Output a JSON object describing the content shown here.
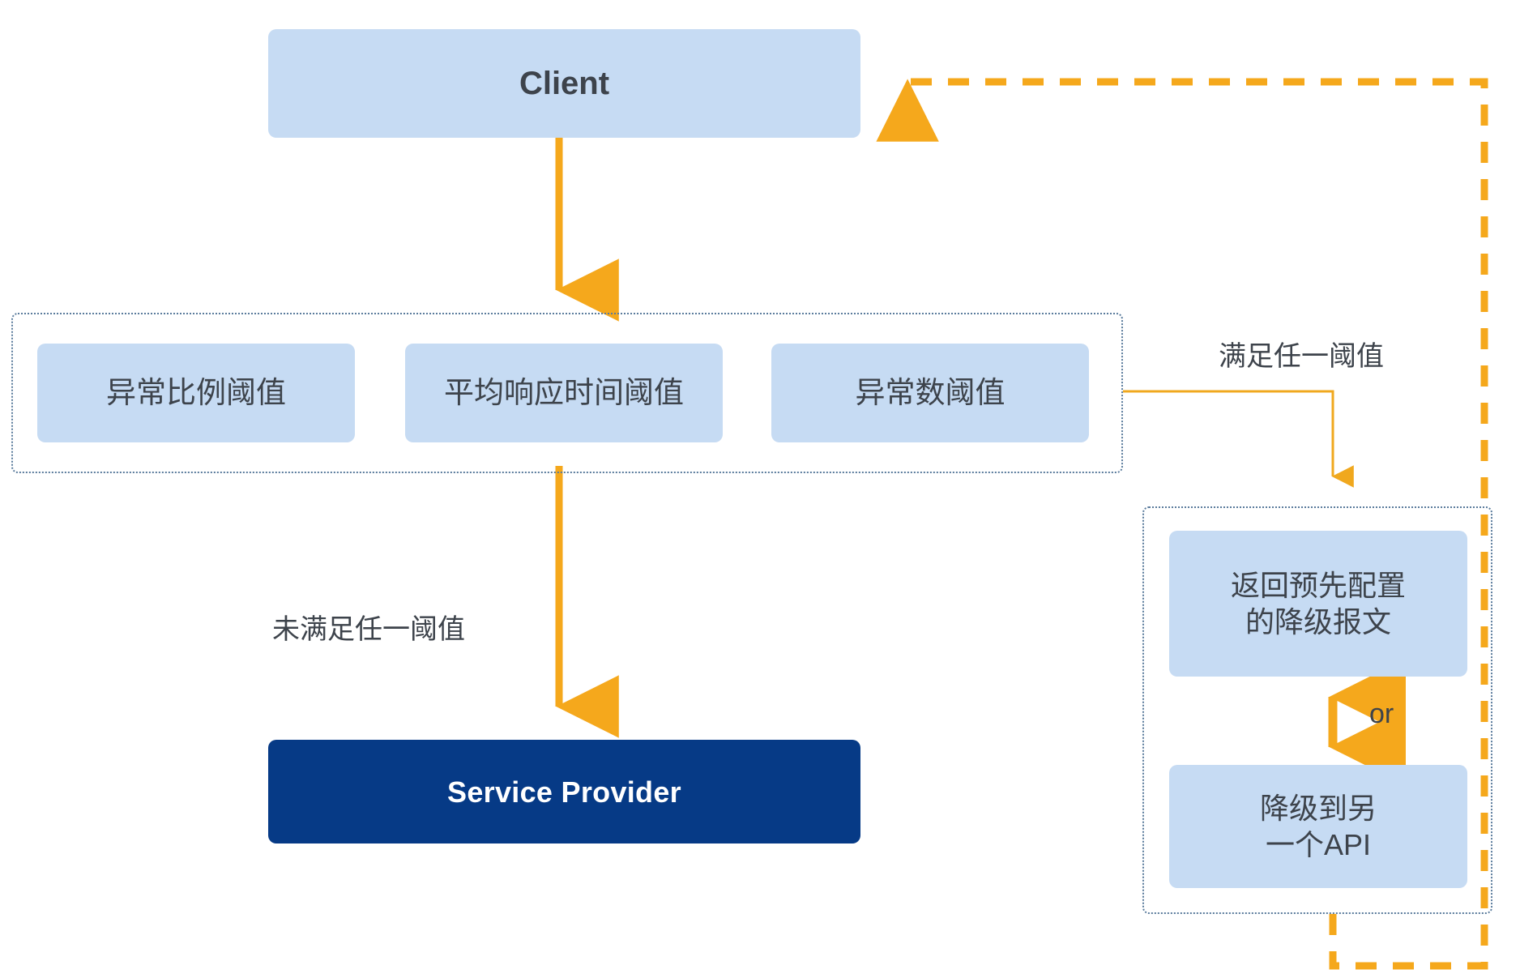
{
  "diagram": {
    "title_client": "Client",
    "title_service_provider": "Service Provider",
    "thresholds": [
      {
        "label": "异常比例阈值"
      },
      {
        "label": "平均响应时间阈值"
      },
      {
        "label": "异常数阈值"
      }
    ],
    "fallbacks": [
      {
        "label": "返回预先配置\n的降级报文",
        "line1": "返回预先配置",
        "line2": "的降级报文"
      },
      {
        "label": "降级到另\n一个API",
        "line1": "降级到另",
        "line2": "一个API"
      }
    ],
    "edge_labels": {
      "not_meeting_threshold": "未满足任一阈值",
      "meeting_any_threshold": "满足任一阈值",
      "or": "or"
    },
    "colors": {
      "arrow_orange": "#f5a81c",
      "node_blue": "#c6dbf3",
      "node_navy": "#063a86",
      "text_dark": "#3d434b",
      "dotted_border": "#5a7b9c",
      "thin_connector": "#f0a81e"
    }
  }
}
